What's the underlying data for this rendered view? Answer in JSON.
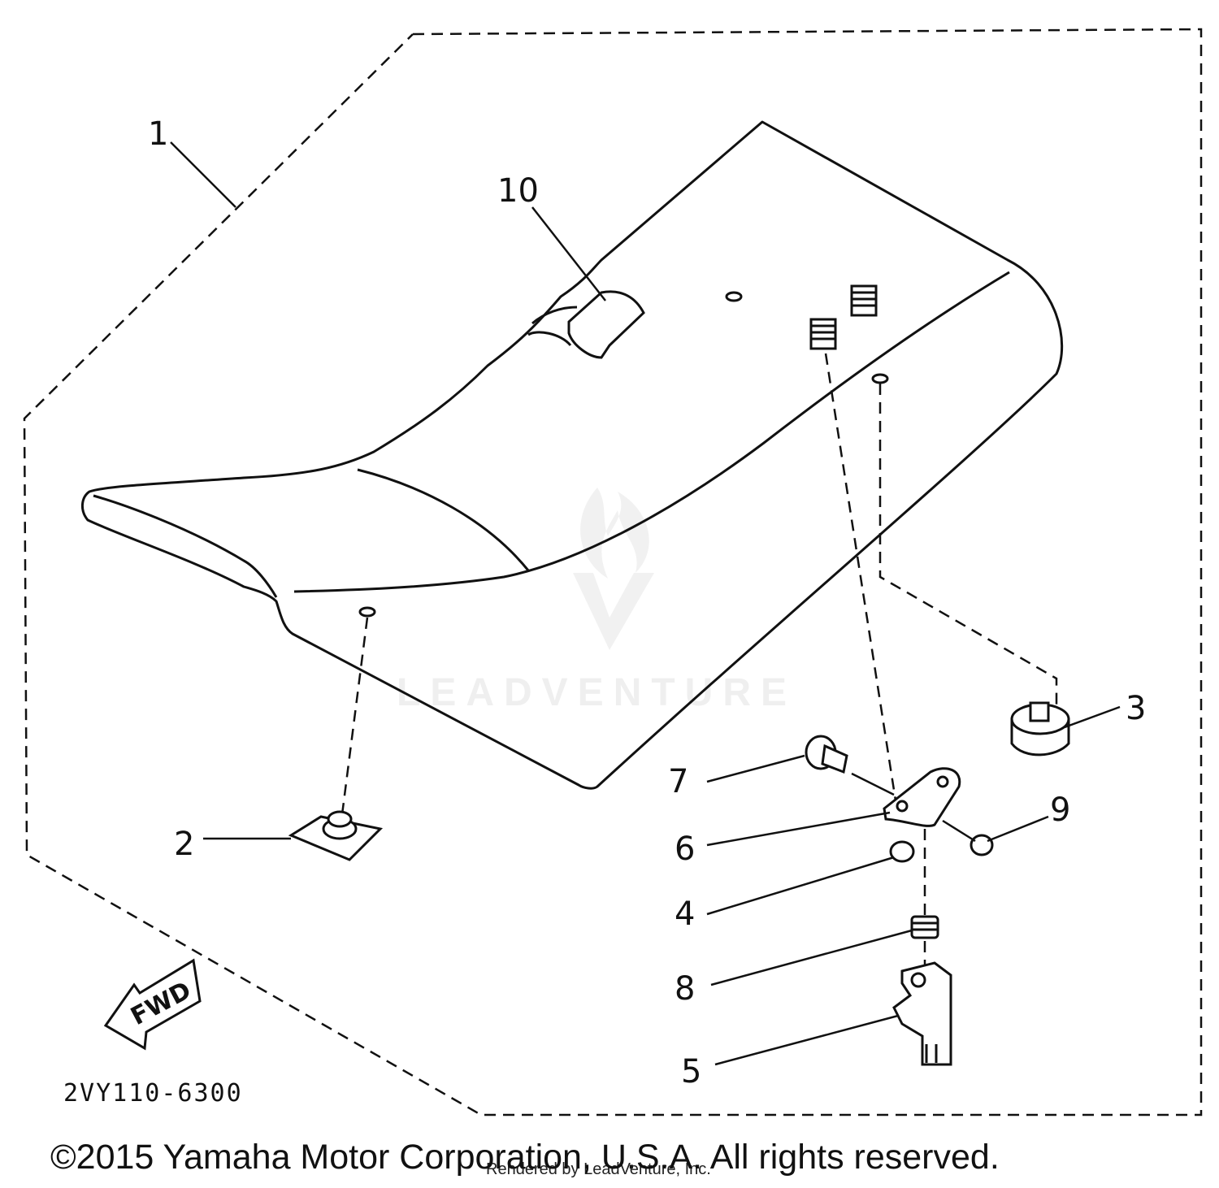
{
  "diagram": {
    "part_labels": {
      "p1": "1",
      "p2": "2",
      "p3": "3",
      "p4": "4",
      "p5": "5",
      "p6": "6",
      "p7": "7",
      "p8": "8",
      "p9": "9",
      "p10": "10"
    },
    "fwd_label": "FWD",
    "diagram_code": "2VY110-6300",
    "watermark": "LEADVENTURE"
  },
  "footer": {
    "copyright": "©2015 Yamaha Motor Corporation, U.S.A. All rights reserved.",
    "rendered_by": "Rendered by LeadVenture, Inc."
  }
}
